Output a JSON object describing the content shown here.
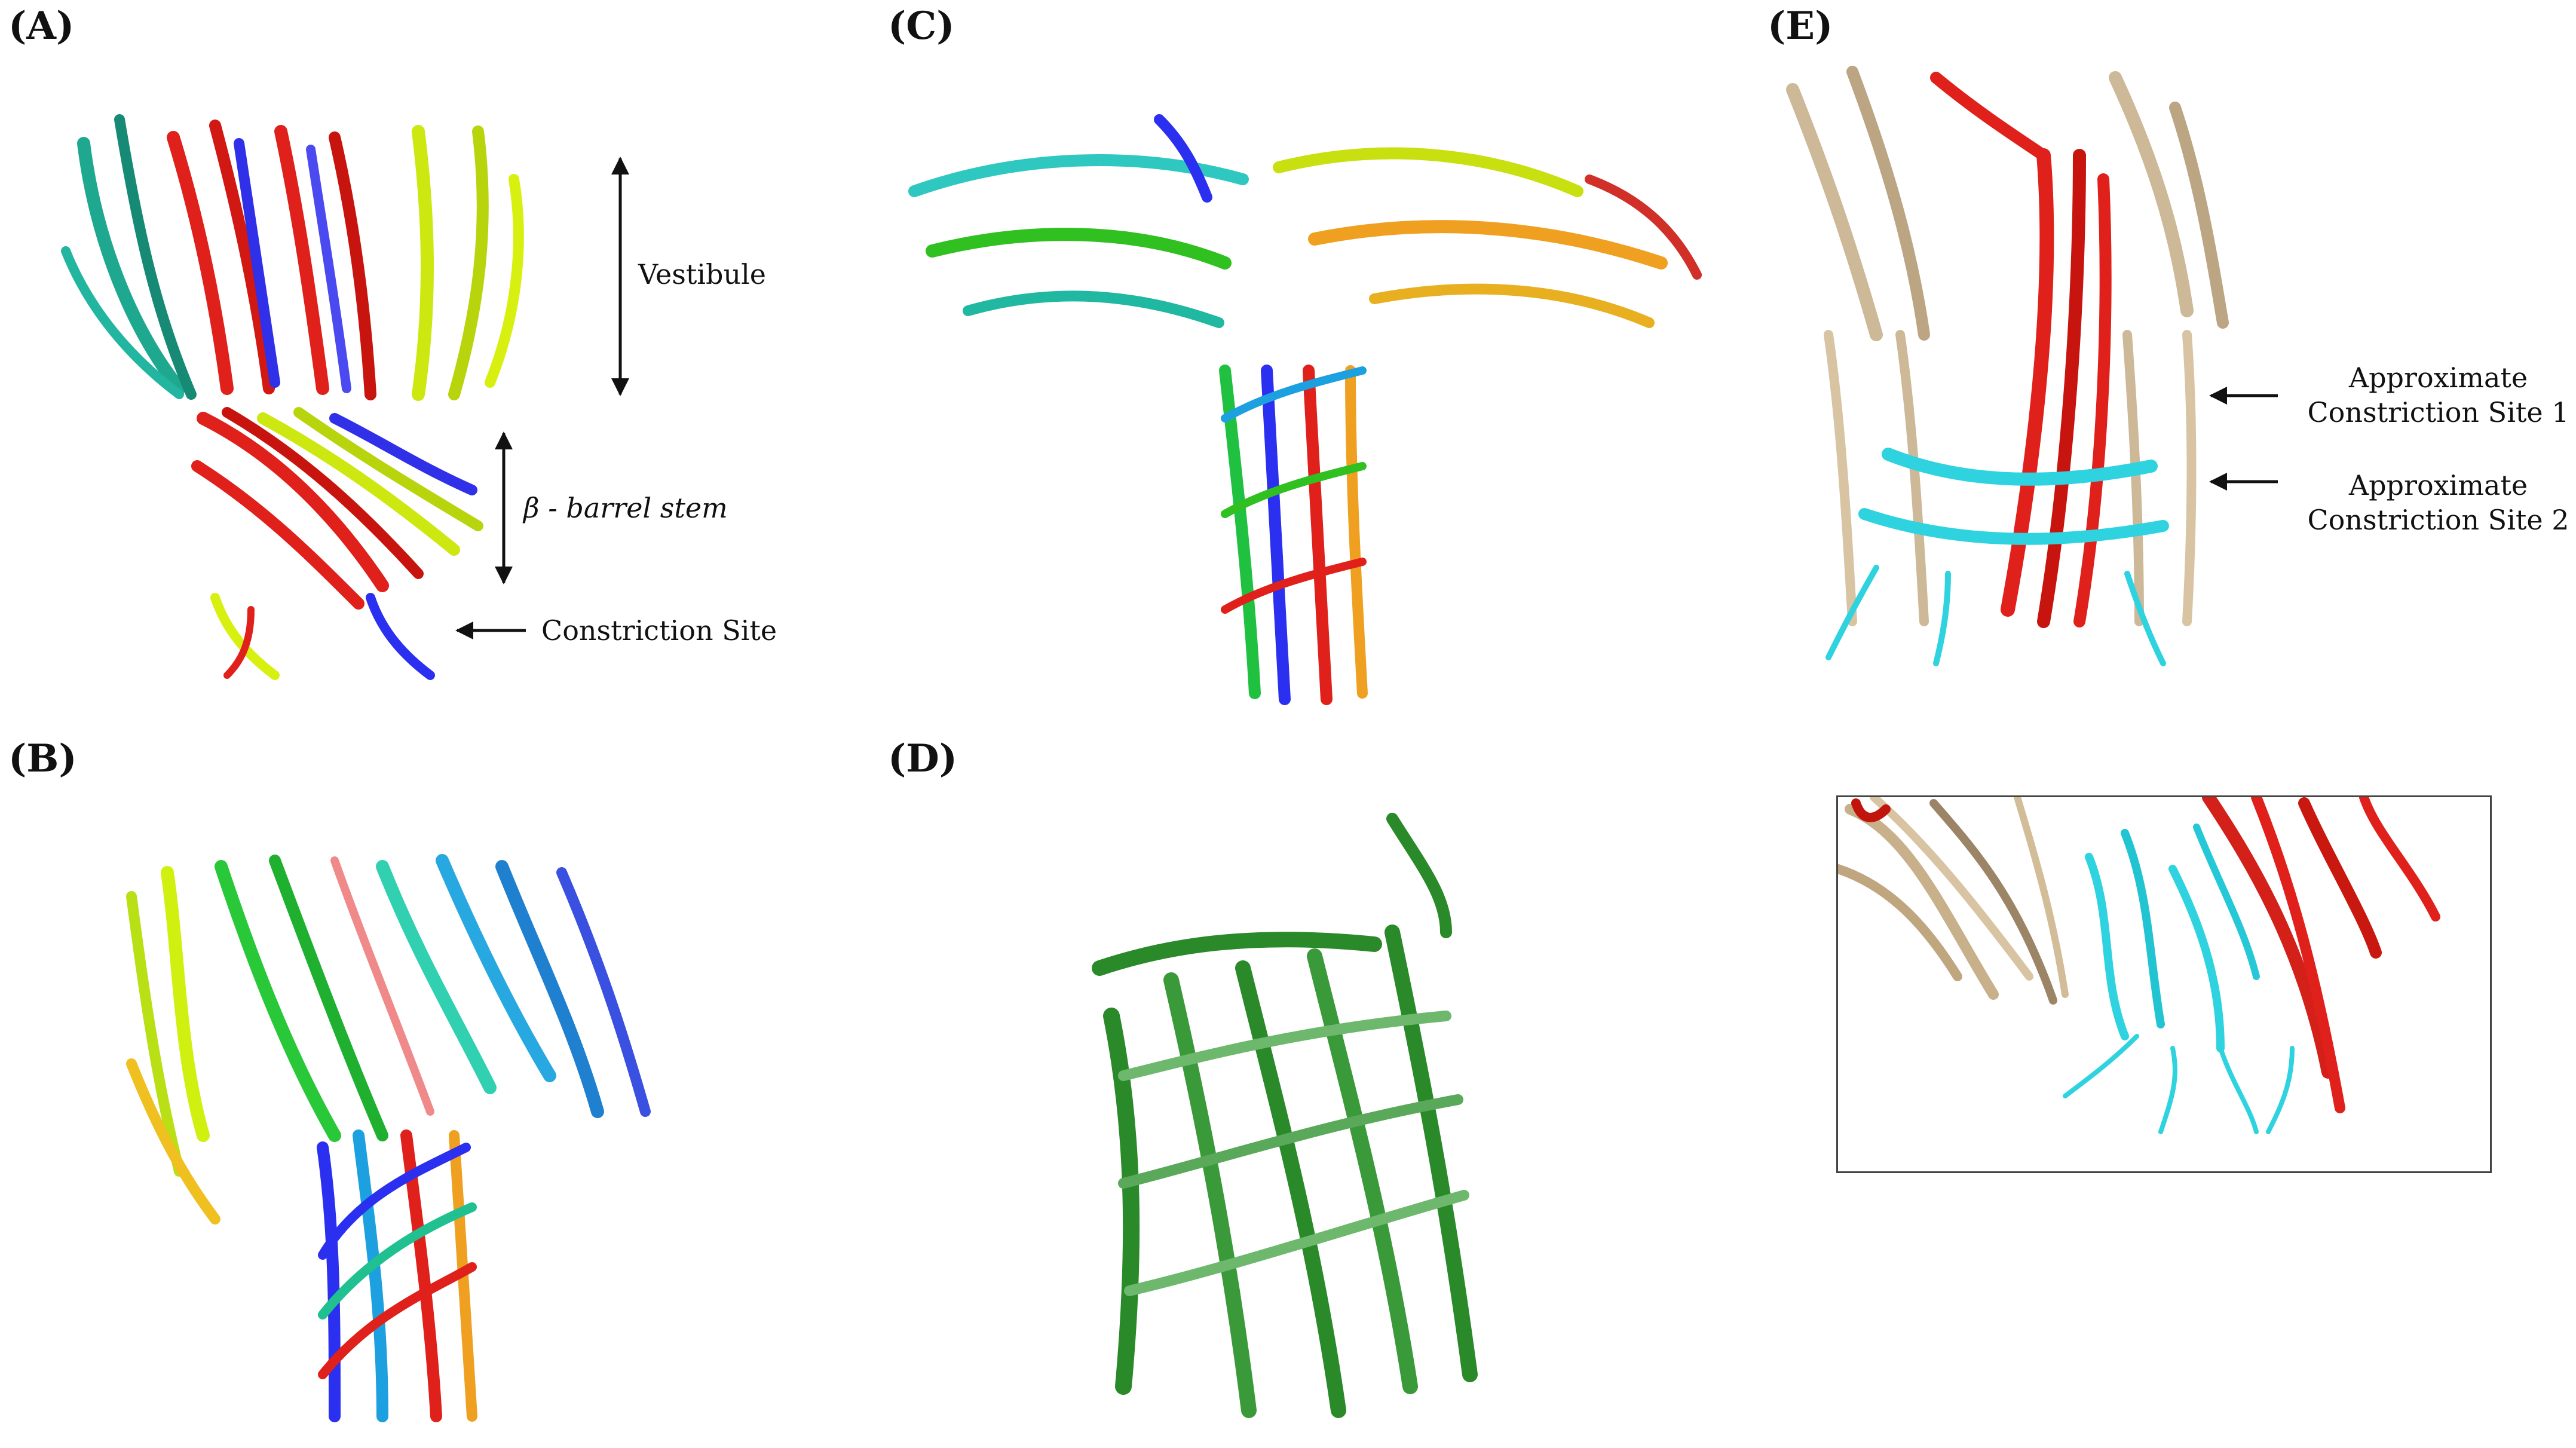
{
  "panels": {
    "a": {
      "label": "(A)",
      "annotations": {
        "vestibule": "Vestibule",
        "stem": "β - barrel stem",
        "constriction": "Constriction Site"
      }
    },
    "b": {
      "label": "(B)"
    },
    "c": {
      "label": "(C)"
    },
    "d": {
      "label": "(D)"
    },
    "e": {
      "label": "(E)",
      "annotations": {
        "site1_line1": "Approximate",
        "site1_line2": "Constriction Site 1",
        "site2_line1": "Approximate",
        "site2_line2": "Constriction Site 2"
      }
    }
  },
  "colors": {
    "red": "#e0201a",
    "blue": "#2b2ff0",
    "green": "#2a8a2a",
    "tan": "#cdb898",
    "cyan": "#2fd3e0",
    "yellow": "#d8f010",
    "teal": "#1fa890",
    "orange": "#f0a020"
  }
}
